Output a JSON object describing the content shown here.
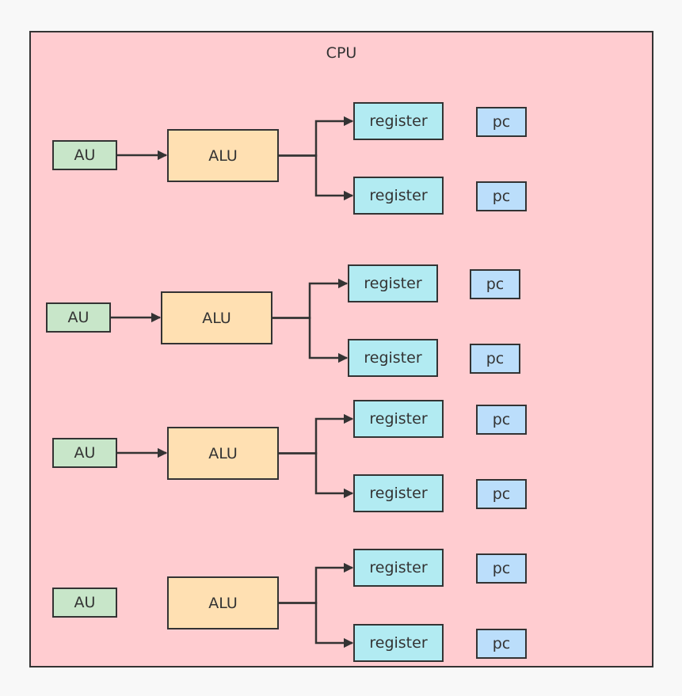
{
  "cpu": {
    "label": "CPU"
  },
  "groups": [
    {
      "au": "AU",
      "alu": "ALU",
      "registers": [
        "register",
        "register"
      ],
      "pcs": [
        "pc",
        "pc"
      ],
      "au_to_alu_arrow": true
    },
    {
      "au": "AU",
      "alu": "ALU",
      "registers": [
        "register",
        "register"
      ],
      "pcs": [
        "pc",
        "pc"
      ],
      "au_to_alu_arrow": true
    },
    {
      "au": "AU",
      "alu": "ALU",
      "registers": [
        "register",
        "register"
      ],
      "pcs": [
        "pc",
        "pc"
      ],
      "au_to_alu_arrow": true
    },
    {
      "au": "AU",
      "alu": "ALU",
      "registers": [
        "register",
        "register"
      ],
      "pcs": [
        "pc",
        "pc"
      ],
      "au_to_alu_arrow": false
    }
  ],
  "colors": {
    "cpu_fill": "#ffccd0",
    "au_fill": "#c8e6c9",
    "alu_fill": "#ffe0b2",
    "register_fill": "#b2ebf2",
    "pc_fill": "#bbdefb",
    "stroke": "#333333"
  }
}
